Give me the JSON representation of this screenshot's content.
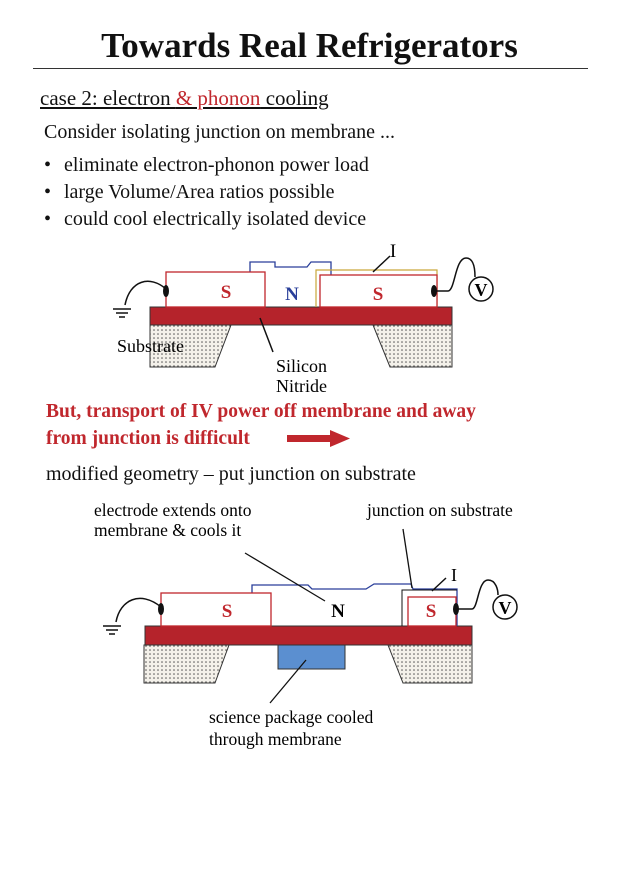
{
  "title": "Towards Real Refrigerators",
  "case": {
    "prefix": "case 2:  electron ",
    "highlight": "& phonon",
    "suffix": " cooling"
  },
  "intro": "Consider isolating junction on membrane ...",
  "bullets": [
    "eliminate electron-phonon power load",
    "large Volume/Area ratios possible",
    "could cool electrically isolated device"
  ],
  "bullet_glyph": "•",
  "diagram1": {
    "left_electrode": "S",
    "normal": "N",
    "right_electrode": "S",
    "insulator": "I",
    "voltmeter": "V",
    "substrate_label": "Substrate",
    "membrane_label_1": "Silicon",
    "membrane_label_2": "Nitride"
  },
  "problem_line_1": "But, transport of IV power off membrane and away",
  "problem_line_2": "from junction is difficult",
  "modified": "modified geometry – put junction on substrate",
  "diagram2": {
    "annotation_left_1": "electrode extends onto",
    "annotation_left_2": "membrane & cools it",
    "annotation_right": "junction on substrate",
    "left_electrode": "S",
    "normal": "N",
    "right_electrode": "S",
    "insulator": "I",
    "voltmeter": "V",
    "package_label_1": "science package cooled",
    "package_label_2": "through membrane"
  },
  "colors": {
    "accent_red": "#c0272d",
    "membrane": "#b5232b",
    "normal_metal": "#2a3f9a",
    "package": "#5b8fd0"
  }
}
